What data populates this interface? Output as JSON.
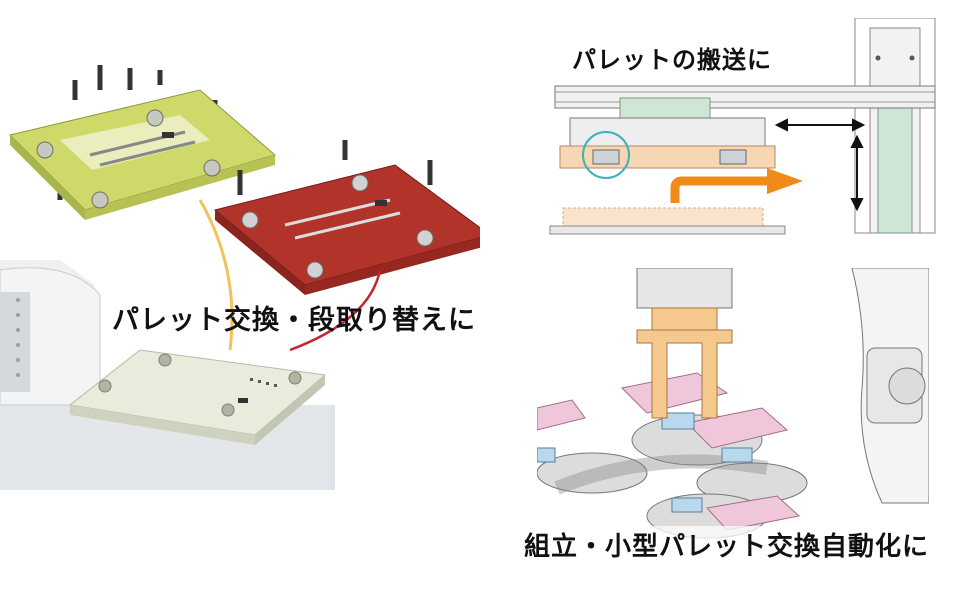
{
  "captions": {
    "left": "パレット交換・段取り替えに",
    "top_right": "パレットの搬送に",
    "bottom_right": "組立・小型パレット交換自動化に"
  },
  "colors": {
    "yellow_pallet": "#cfd96a",
    "red_pallet": "#b2332a",
    "white_pallet": "#e9ecdc",
    "pink_pallet": "#efc6da",
    "orange_gripper": "#f5c98e",
    "orange_arrow": "#f08a18",
    "robot_gray": "#dfe2e6",
    "teal_circle": "#39b3b5",
    "green_rail": "#cfe6d6"
  },
  "icons": {
    "transport_arrow": "orange-arrow-icon",
    "horizontal_motion": "double-arrow-horizontal-icon",
    "vertical_motion": "double-arrow-vertical-icon"
  }
}
